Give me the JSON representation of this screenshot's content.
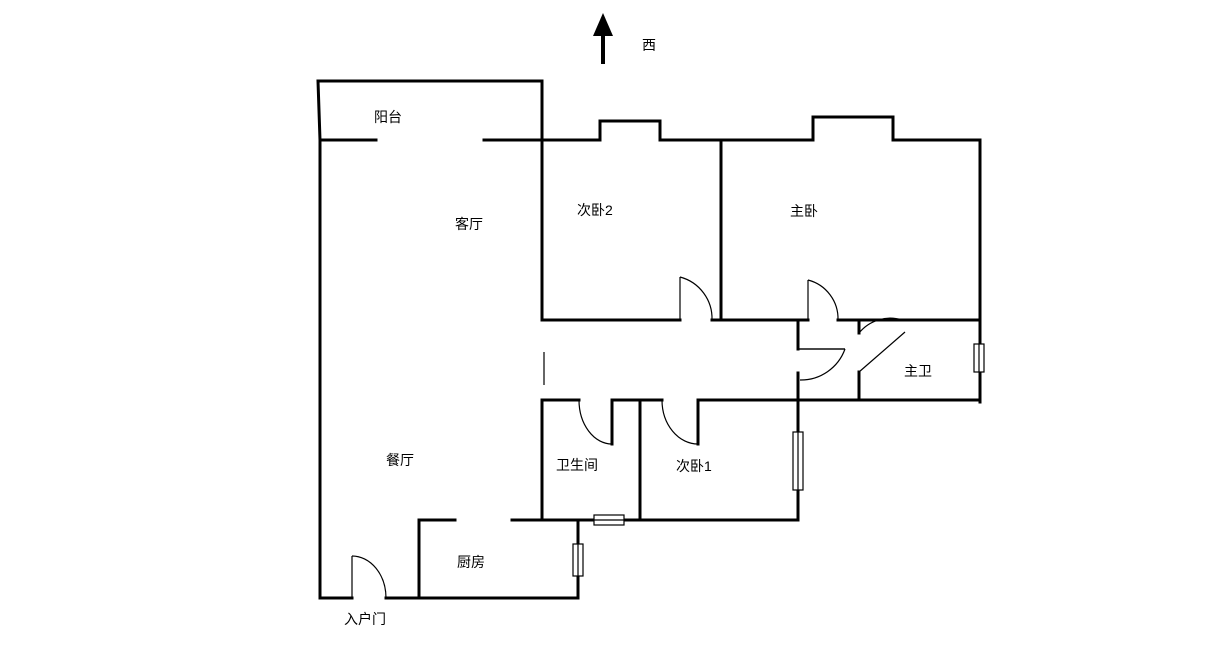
{
  "compass": {
    "direction_label": "西",
    "icon": "north-arrow-icon"
  },
  "rooms": {
    "balcony": "阳台",
    "living_room": "客厅",
    "bedroom_2": "次卧2",
    "master_bedroom": "主卧",
    "master_bath": "主卫",
    "dining_room": "餐厅",
    "bathroom": "卫生间",
    "bedroom_1": "次卧1",
    "kitchen": "厨房",
    "entrance": "入户门"
  },
  "colors": {
    "wall": "#000000",
    "background": "#ffffff"
  }
}
